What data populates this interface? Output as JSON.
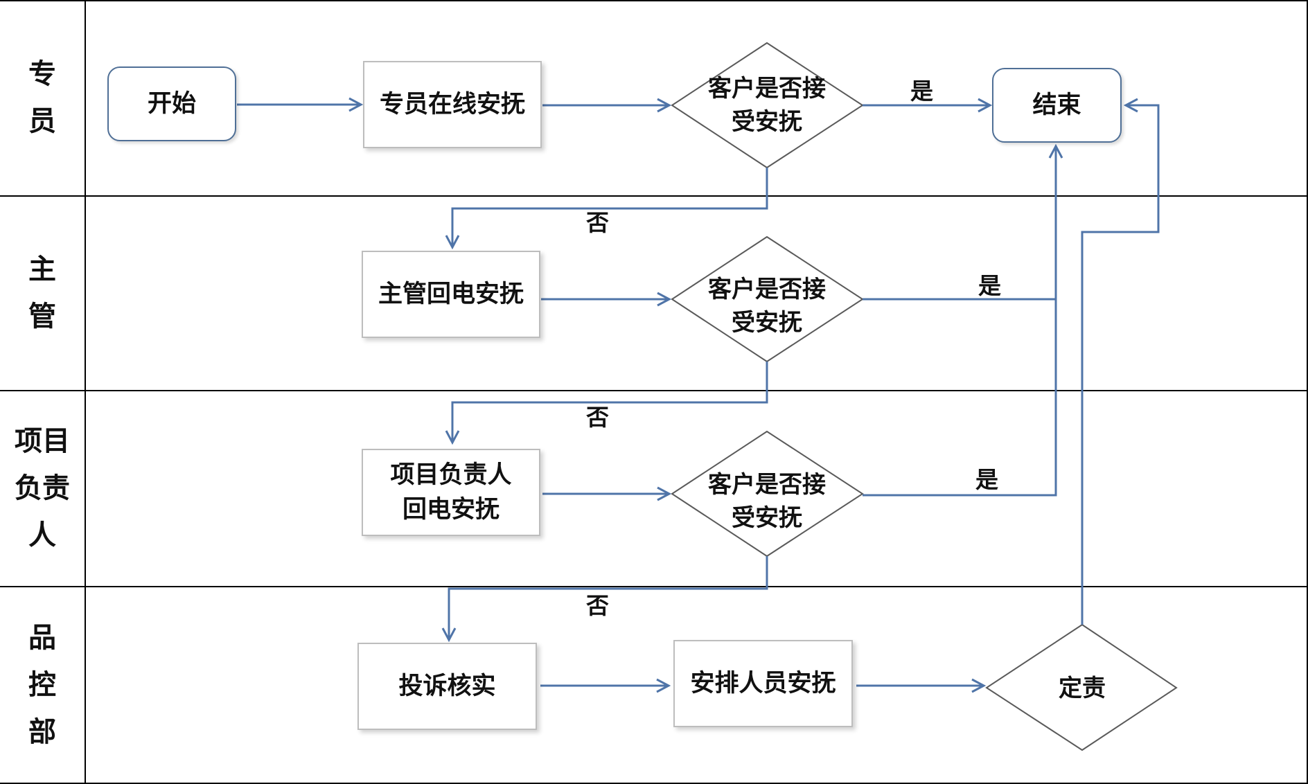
{
  "lanes": [
    {
      "label": "专\n员"
    },
    {
      "label": "主\n管"
    },
    {
      "label": "项目\n负责\n人"
    },
    {
      "label": "品\n控\n部"
    }
  ],
  "nodes": {
    "start": "开始",
    "specialist_soothe": "专员在线安抚",
    "decision1": "客户是否接\n受安抚",
    "end": "结束",
    "supervisor_call": "主管回电安抚",
    "decision2": "客户是否接\n受安抚",
    "pm_call": "项目负责人\n回电安抚",
    "decision3": "客户是否接\n受安抚",
    "complaint_verify": "投诉核实",
    "arrange_staff": "安排人员安抚",
    "assign_resp": "定责"
  },
  "edge_labels": {
    "d1_yes": "是",
    "d1_no": "否",
    "d2_yes": "是",
    "d2_no": "否",
    "d3_yes": "是",
    "d3_no": "否"
  },
  "colors": {
    "line": "#4f74a8",
    "border": "#000000",
    "box_border": "#bdbdbd"
  }
}
